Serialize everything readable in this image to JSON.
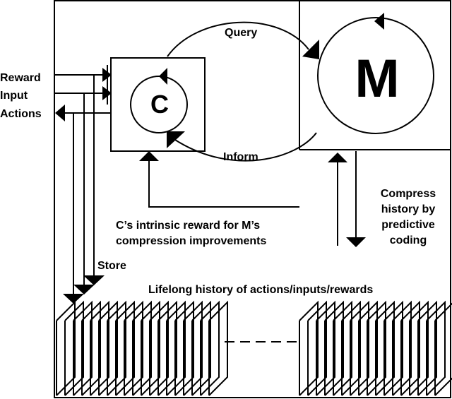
{
  "labels": {
    "query": "Query",
    "inform": "Inform",
    "controller": "C",
    "model": "M",
    "reward": "Reward",
    "input": "Input",
    "actions": "Actions",
    "intrinsic_line1": "C’s intrinsic reward for M’s",
    "intrinsic_line2": "compression improvements",
    "compress_line1": "Compress",
    "compress_line2": "history by",
    "compress_line3": "predictive",
    "compress_line4": "coding",
    "store": "Store",
    "history": "Lifelong history of actions/inputs/rewards"
  },
  "colors": {
    "ink": "#000000",
    "paper": "#ffffff"
  }
}
